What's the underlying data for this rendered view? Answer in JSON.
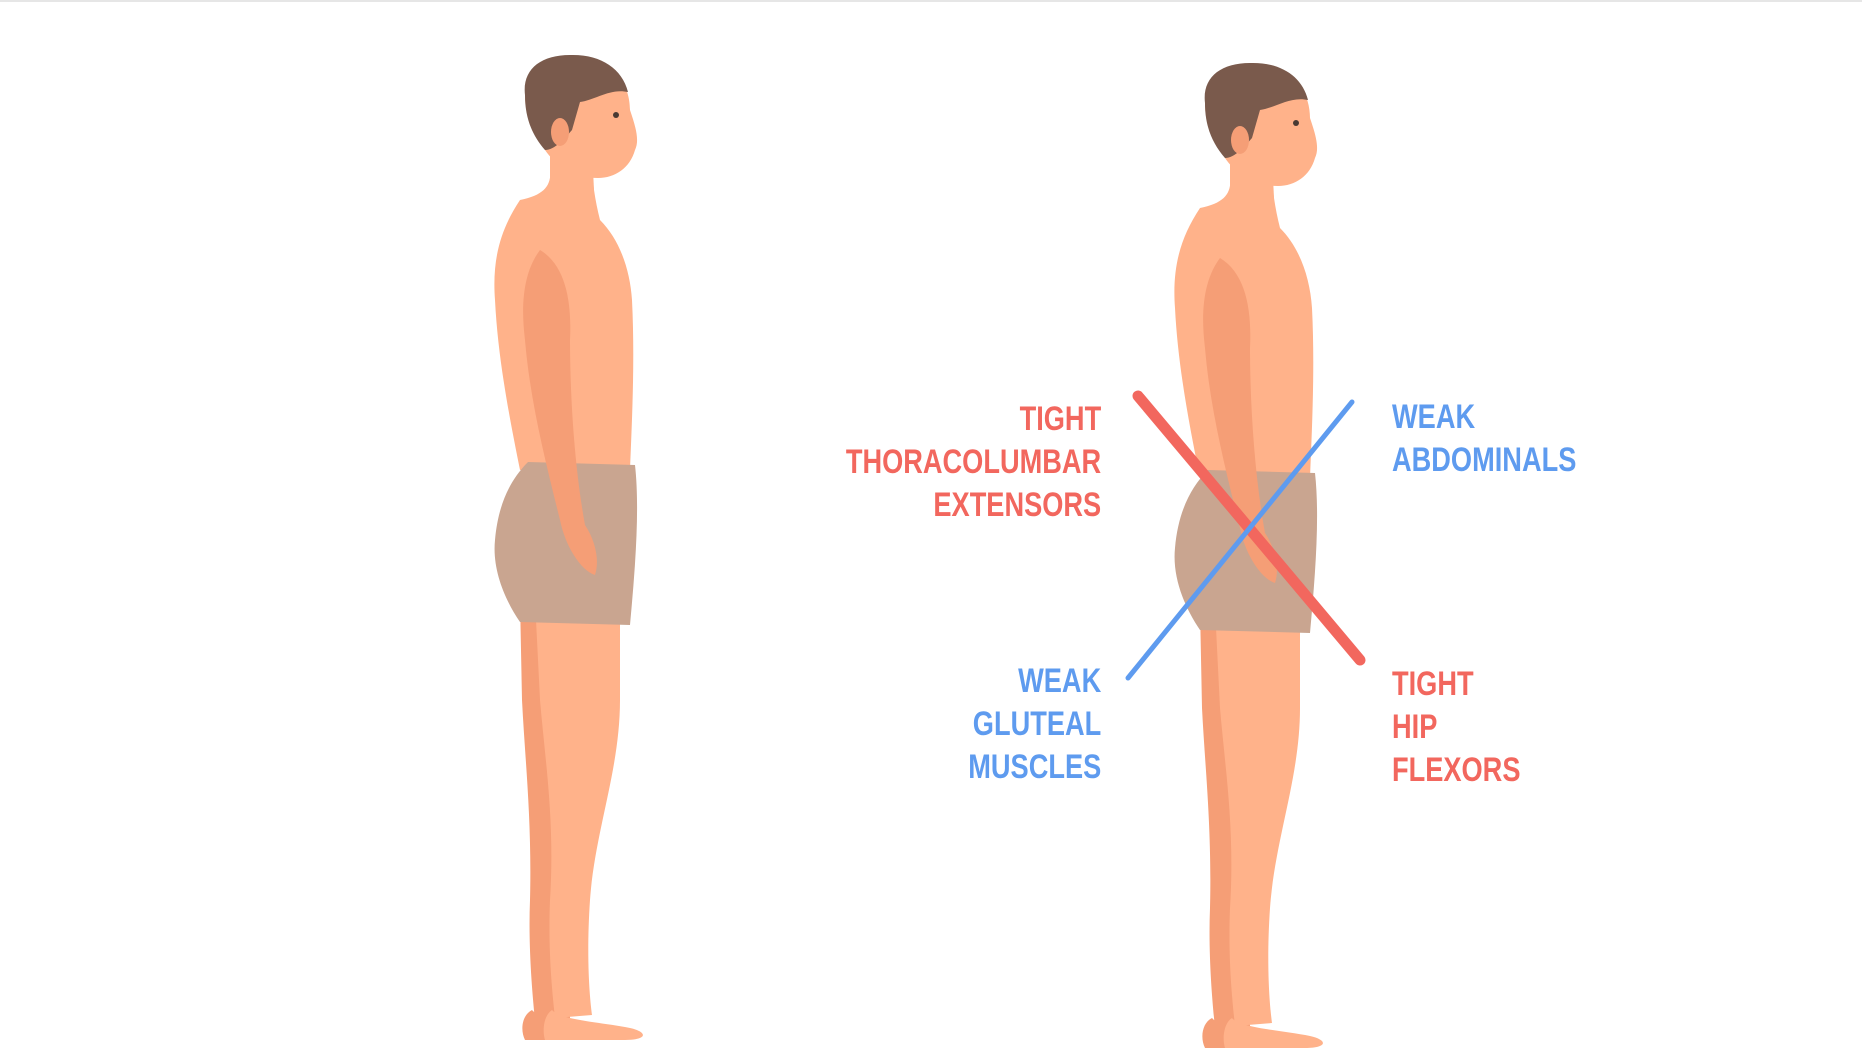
{
  "colors": {
    "tight": "#f2675e",
    "weak": "#5e9bef",
    "skin": "#ffb28a",
    "skin_shade": "#f59e76",
    "hair": "#7a5a4c",
    "shorts": "#c9a590"
  },
  "labels": {
    "tight_extensors": [
      "TIGHT",
      "THORACOLUMBAR",
      "EXTENSORS"
    ],
    "weak_abdominals": [
      "WEAK",
      "ABDOMINALS"
    ],
    "weak_gluteal": [
      "WEAK",
      "GLUTEAL",
      "MUSCLES"
    ],
    "tight_hip_flexors": [
      "TIGHT",
      "HIP",
      "FLEXORS"
    ]
  },
  "icons": {
    "figure_normal": "normal-posture-figure-icon",
    "figure_crossed": "lower-crossed-posture-figure-icon"
  }
}
